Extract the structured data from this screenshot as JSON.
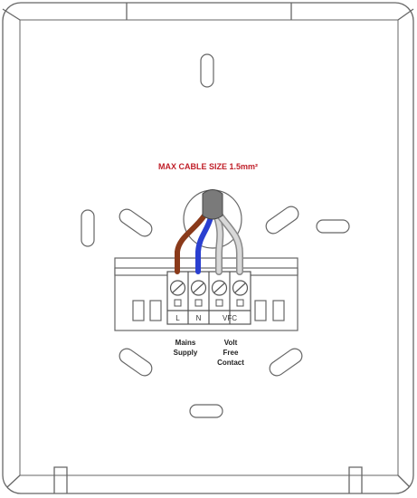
{
  "title": "MAX CABLE SIZE 1.5mm²",
  "terminals": {
    "l_label": "L",
    "n_label": "N",
    "vfc_label": "VFC"
  },
  "captions": {
    "mains_line1": "Mains",
    "mains_line2": "Supply",
    "vfc_line1": "Volt",
    "vfc_line2": "Free",
    "vfc_line3": "Contact"
  },
  "colors": {
    "title": "#c0202a",
    "live_wire": "#8a3a1a",
    "neutral_wire": "#2a3fd0",
    "contact_wire": "#d8d8d8",
    "cable_sheath": "#7a7a7a",
    "outline": "#555555"
  }
}
